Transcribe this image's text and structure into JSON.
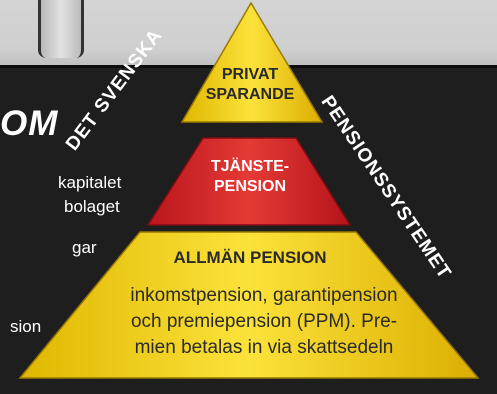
{
  "heading_fragment": "OM",
  "side_text": [
    "kapitalet",
    "bolaget",
    "gar",
    "sion"
  ],
  "pyramid": {
    "top": {
      "line1": "PRIVAT",
      "line2": "SPARANDE"
    },
    "middle": {
      "line1": "TJÄNSTE-",
      "line2": "PENSION"
    },
    "bottom": {
      "title": "ALLMÄN PENSION",
      "text": [
        "inkomstpension, garantipension",
        "och premiepension (PPM). Pre-",
        "mien betalas in via skattsedeln"
      ]
    }
  },
  "curved_left": "DET SVENSKA",
  "curved_right": "PENSIONSSYSTEMET",
  "colors": {
    "yellow": "#f4d21a",
    "red": "#d8232a",
    "panel": "#1e1e1e"
  }
}
